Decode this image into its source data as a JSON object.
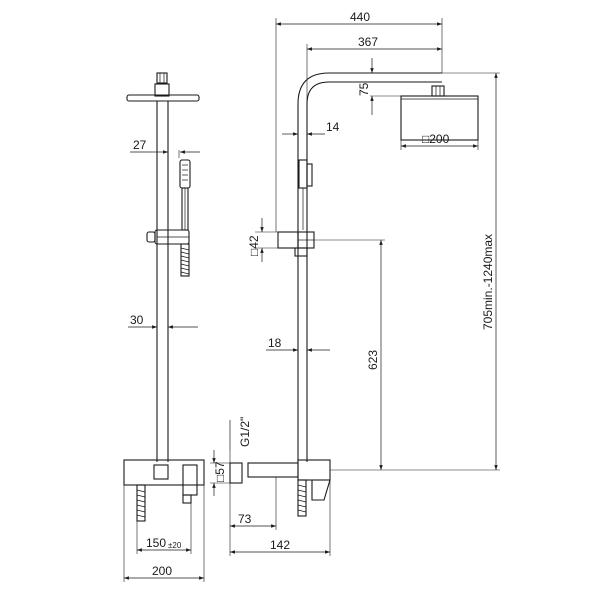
{
  "dimensions": {
    "overall_reach": "440",
    "arm_length": "367",
    "head_drop": "75",
    "head_size": "□200",
    "wall_offset": "14",
    "column_height": "705min.-1240max",
    "bracket_size": "□42",
    "diverter_height": "623",
    "column_diameter": "18",
    "inlet_thread": "G1/2\"",
    "mixer_height": "□57",
    "mixer_depth": "73",
    "mixer_projection": "142",
    "hand_shower_width": "27",
    "column_width": "30",
    "inlet_spacing": "150",
    "inlet_tolerance": "±20",
    "mixer_width": "200"
  },
  "colors": {
    "line": "#1a1a1a",
    "background": "#ffffff"
  }
}
